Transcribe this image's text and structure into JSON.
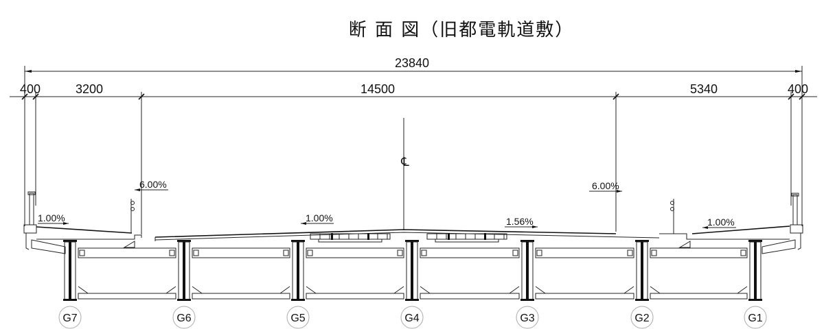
{
  "title": "断 面 図（旧都電軌道敷）",
  "dimensions": {
    "total": "23840",
    "segments": [
      "400",
      "3200",
      "14500",
      "5340",
      "400"
    ]
  },
  "centerline_symbol": "℄",
  "slopes": {
    "left_sidewalk": "1.00%",
    "left_edge": "6.00%",
    "left_roadway": "1.00%",
    "right_edge": "6.00%",
    "right_roadway": "1.56%",
    "right_sidewalk": "1.00%"
  },
  "girders": [
    "G7",
    "G6",
    "G5",
    "G4",
    "G3",
    "G2",
    "G1"
  ]
}
